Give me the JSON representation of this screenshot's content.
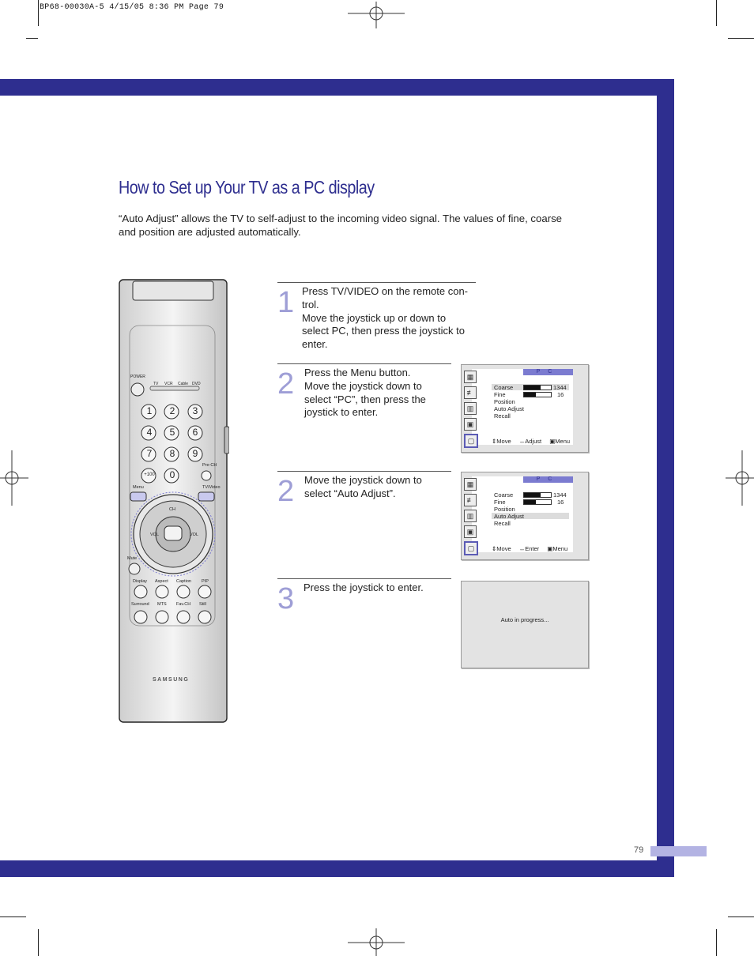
{
  "slug": "BP68-00030A-5  4/15/05  8:36 PM  Page 79",
  "title": "How to Set up Your TV as a PC display",
  "intro": "“Auto Adjust” allows the TV to self-adjust to the incoming video signal. The values of fine, coarse and position are adjusted automatically.",
  "remote": {
    "power": "POWER",
    "sources": [
      "TV",
      "VCR",
      "Cable",
      "DVD"
    ],
    "digits": [
      "1",
      "2",
      "3",
      "4",
      "5",
      "6",
      "7",
      "8",
      "9",
      "+100",
      "0"
    ],
    "prech": "Pre-CH",
    "menu": "Menu",
    "tvvideo": "TV/Video",
    "ch": "CH",
    "vol_left": "VOL",
    "vol_right": "VOL",
    "mute": "Mute",
    "row1": [
      "Display",
      "Aspect",
      "Caption",
      "PIP"
    ],
    "row2": [
      "Surround",
      "MTS",
      "Fav.CH",
      "Still"
    ],
    "brand": "SAMSUNG"
  },
  "steps": [
    {
      "num": "1",
      "lines": [
        "Press TV/VIDEO on the remote con-",
        "trol.",
        "Move the joystick up or down to",
        "select PC, then press the joystick to",
        "enter."
      ]
    },
    {
      "num": "2",
      "lines": [
        "Press the Menu button.",
        "Move the joystick down to",
        "select “PC”, then press the",
        "joystick to enter."
      ]
    },
    {
      "num": "2",
      "lines": [
        "Move the joystick down to",
        "select “Auto Adjust”."
      ]
    },
    {
      "num": "3",
      "lines": [
        "Press the joystick to enter."
      ]
    }
  ],
  "osd1": {
    "header": "PC",
    "items": [
      "Coarse",
      "Fine",
      "Position",
      "Auto Adjust",
      "Recall"
    ],
    "coarse": "1344",
    "fine": "16",
    "coarse_level": 0.62,
    "fine_level": 0.45,
    "foot": [
      "Move",
      "Adjust",
      "Menu"
    ]
  },
  "osd2": {
    "header": "PC",
    "items": [
      "Coarse",
      "Fine",
      "Position",
      "Auto Adjust",
      "Recall"
    ],
    "coarse": "1344",
    "fine": "16",
    "coarse_level": 0.62,
    "fine_level": 0.45,
    "foot": [
      "Move",
      "Enter",
      "Menu"
    ]
  },
  "osd3": {
    "message": "Auto in progress..."
  },
  "page_number": "79",
  "colors": {
    "brand_blue": "#2e2e8f",
    "step_number": "#9e9ed6",
    "tab": "#b3b3e3"
  }
}
